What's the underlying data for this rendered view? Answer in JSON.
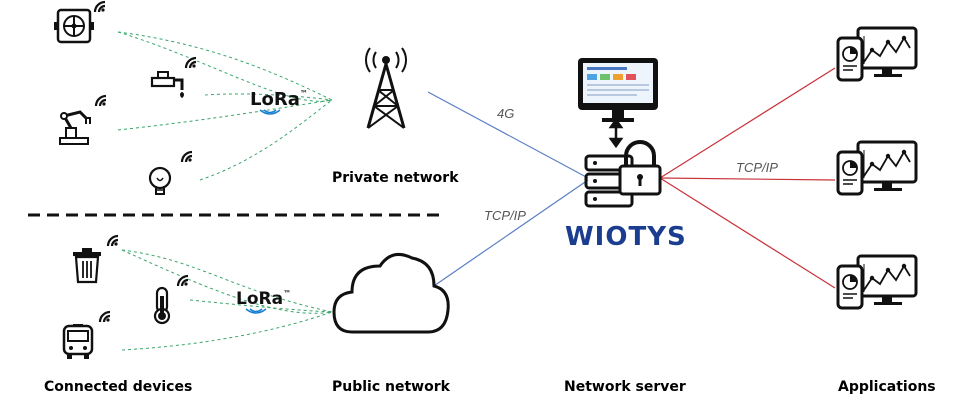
{
  "labels": {
    "connected_devices": "Connected devices",
    "public_network": "Public network",
    "network_server": "Network server",
    "applications": "Applications",
    "private_network": "Private network"
  },
  "protocols": {
    "private_link": "4G",
    "public_link": "TCP/IP",
    "app_link": "TCP/IP"
  },
  "lora": {
    "text": "LoRa"
  },
  "brand": {
    "name": "WIOTYS"
  },
  "colors": {
    "lora_links": "#3aa66a",
    "private_link": "#5b7fc2",
    "public_link": "#5b7fc2",
    "app_links": "#c8323a",
    "brand": "#1a3d8f"
  },
  "icons": {
    "devices_private": [
      "fan-icon",
      "faucet-icon",
      "robot-arm-icon",
      "light-bulb-icon"
    ],
    "devices_public": [
      "trash-bin-icon",
      "thermometer-icon",
      "bus-icon"
    ],
    "private_network": "radio-tower-icon",
    "public_network": "cloud-icon",
    "network_server": [
      "monitor-icon",
      "server-lock-icon"
    ],
    "applications": "device-dashboard-icon"
  }
}
